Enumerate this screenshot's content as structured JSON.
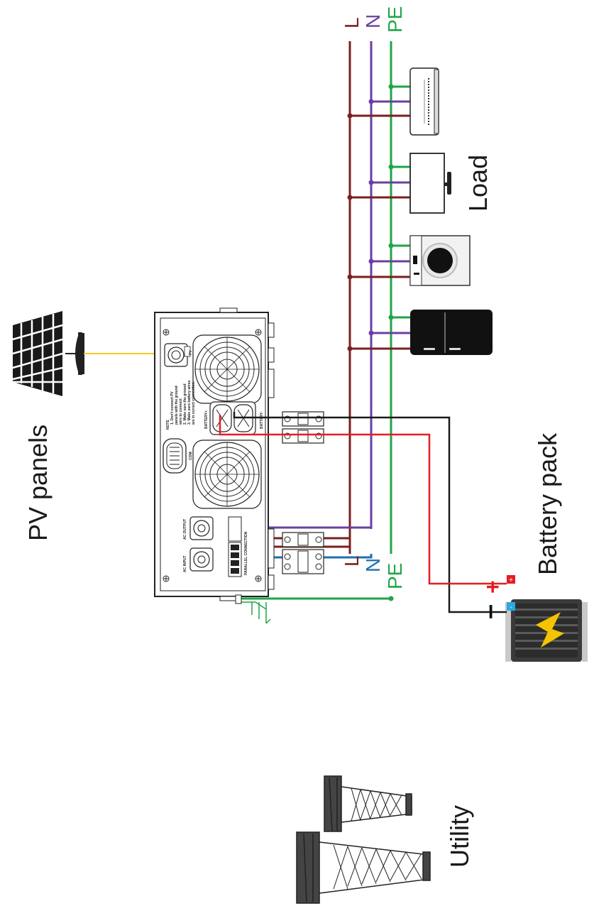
{
  "labels": {
    "pv_panels": "PV panels",
    "load": "Load",
    "battery_pack": "Battery pack",
    "utility": "Utility"
  },
  "line_labels": {
    "top_L": "L",
    "top_N": "N",
    "top_PE": "PE",
    "bottom_L": "L",
    "bottom_N": "N",
    "bottom_PE": "PE"
  },
  "battery": {
    "minus": "–",
    "plus": "+",
    "neg_term": "-",
    "pos_term": "+"
  },
  "inverter": {
    "note_title": "NOTE",
    "note_1": "1. Don't connect PV",
    "note_2": "panels with the ground",
    "note_3": "wire to connect",
    "note_4": "2. Make sure the ground",
    "note_5": "3. Make sure battery wires",
    "note_6": "are in correct connection.",
    "battery_plus": "BATTERY+",
    "battery_minus": "BATTERY-",
    "com": "COM",
    "pv": "PV",
    "ac_output": "AC OUTPUT",
    "ac_input": "AC INPUT",
    "parallel": "PARALLEL CONNECTION"
  },
  "colors": {
    "L": "#7b1f1f",
    "N_load": "#6a3fa0",
    "N_utility": "#1f6fb0",
    "PE": "#1fa548",
    "battery_pos": "#e31e24",
    "battery_neg": "#1a1a1a",
    "pv_wire": "#f5c400"
  }
}
